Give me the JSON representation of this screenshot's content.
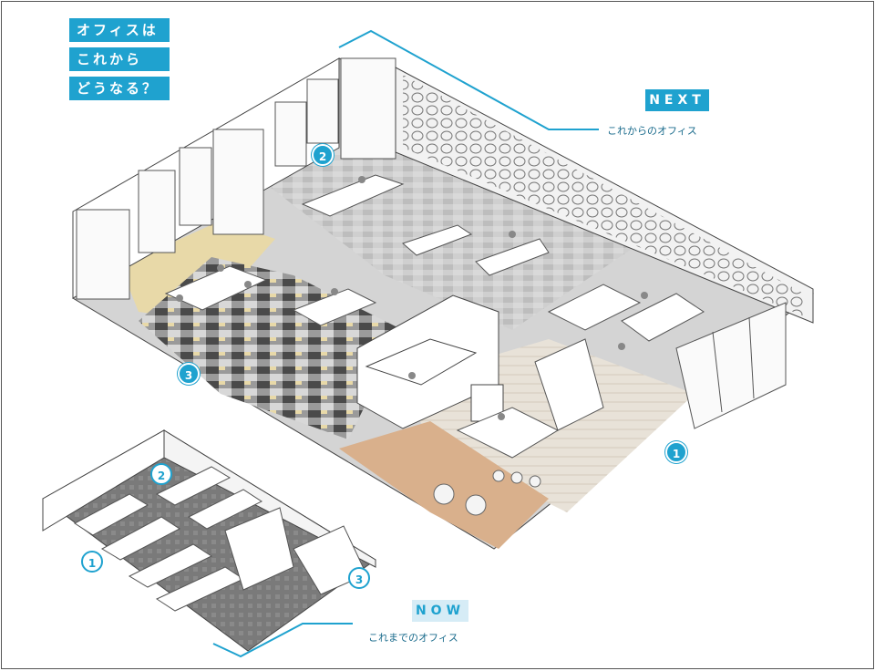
{
  "title": {
    "lines": [
      "オフィスは",
      "これから",
      "どうなる？"
    ]
  },
  "next": {
    "tag": "NEXT",
    "caption": "これからのオフィス",
    "markers": [
      "1",
      "2",
      "3"
    ]
  },
  "now": {
    "tag": "NOW",
    "caption": "これまでのオフィス",
    "markers": [
      "1",
      "2",
      "3"
    ]
  },
  "colors": {
    "accent": "#1fa2cf",
    "accent_light": "#d6ecf6",
    "floor_wood": "#d9b08c",
    "floor_yellow": "#e8d9a8",
    "floor_gray": "#c9c9c9",
    "floor_dark": "#5a5a5a"
  }
}
